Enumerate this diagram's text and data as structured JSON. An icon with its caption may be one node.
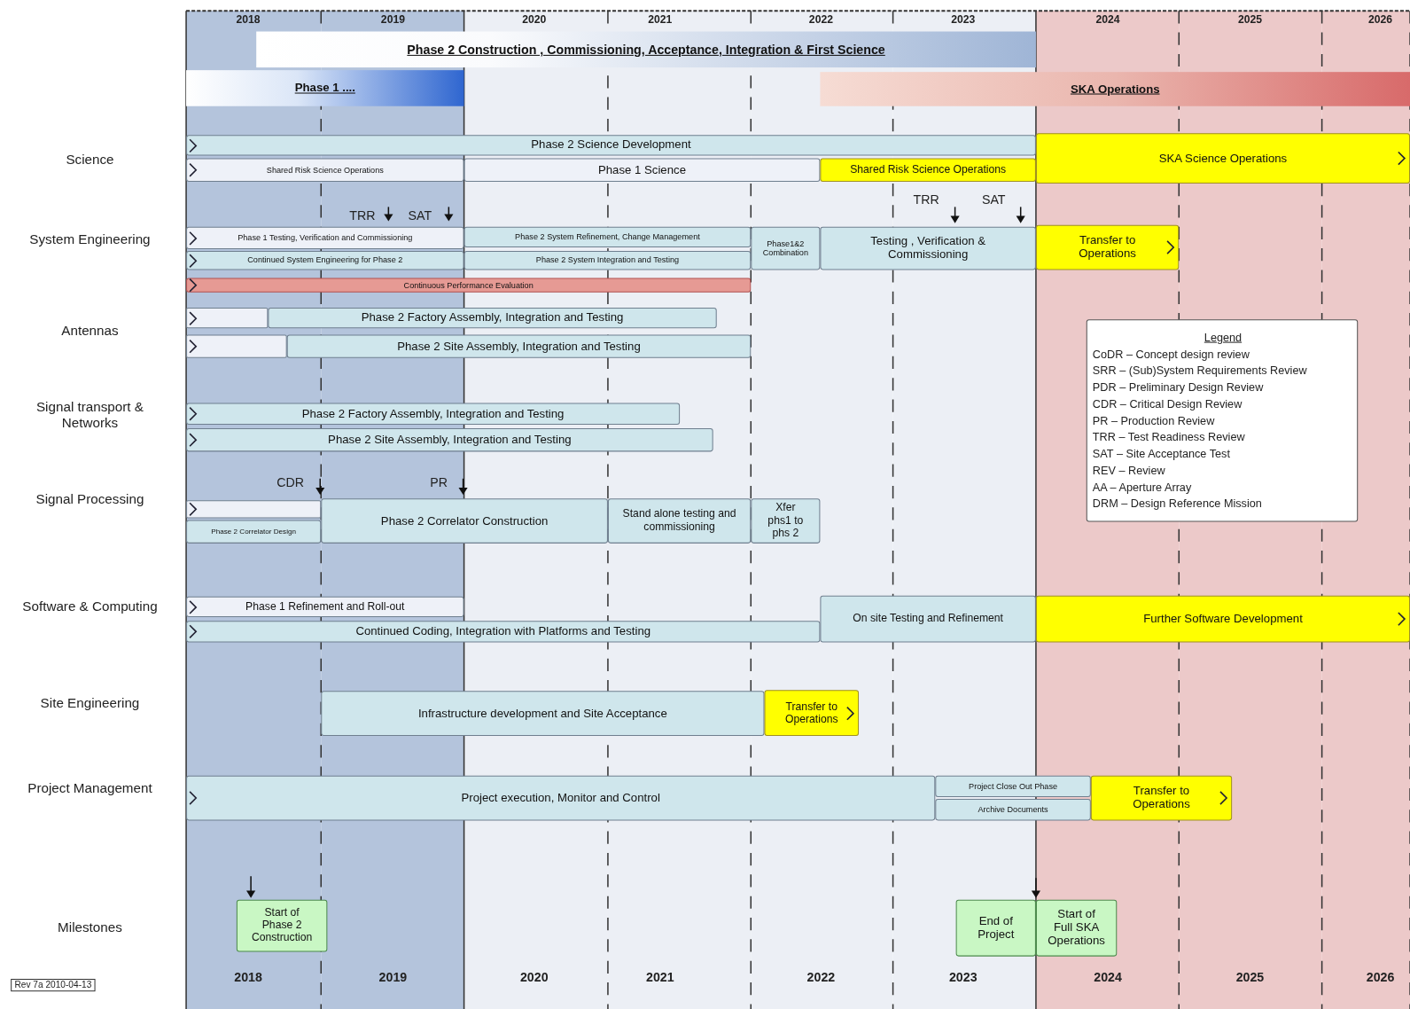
{
  "diagram": {
    "nodes": [
      {
        "text": [
          "Phase 2 Construction , Commissioning, Acceptance, Integration & First Science"
        ]
      },
      {
        "text": [
          "Phase 1 ...."
        ]
      },
      {
        "text": [
          "SKA Operations"
        ]
      },
      {
        "text": [
          "Phase 2 Science Development"
        ]
      },
      {
        "text": [
          "Shared Risk Science Operations"
        ]
      },
      {
        "text": [
          "Phase 1 Science"
        ]
      },
      {
        "text": [
          "Shared Risk Science Operations"
        ]
      },
      {
        "text": [
          "SKA Science Operations"
        ]
      },
      {
        "text": [
          "Phase 1 Testing, Verification and Commissioning"
        ]
      },
      {
        "text": [
          "Phase 2 System Refinement, Change Management"
        ]
      },
      {
        "text": [
          "Phase1&2 Combination"
        ]
      },
      {
        "text": [
          "Testing , Verification & Commissioning"
        ]
      },
      {
        "text": [
          "Transfer to Operations"
        ]
      },
      {
        "text": [
          "Continued System Engineering for Phase 2"
        ]
      },
      {
        "text": [
          "Phase 2 System Integration and Testing"
        ]
      },
      {
        "text": [
          "Continuous Performance Evaluation"
        ]
      },
      {
        "text": [],
        "shape": "box"
      },
      {
        "text": [
          "Phase 2 Factory Assembly, Integration and Testing"
        ]
      },
      {
        "text": [],
        "shape": "box"
      },
      {
        "text": [
          "Phase 2 Site Assembly, Integration and Testing"
        ]
      },
      {
        "text": [
          "Phase 2 Factory Assembly, Integration and Testing"
        ]
      },
      {
        "text": [
          "Phase 2 Site Assembly, Integration and Testing"
        ]
      },
      {
        "text": [],
        "shape": "box"
      },
      {
        "text": [
          "Phase 2 Correlator Design"
        ]
      },
      {
        "text": [
          "Phase 2 Correlator Construction"
        ]
      },
      {
        "text": [
          "Stand alone testing and commissioning"
        ]
      },
      {
        "text": [
          "Xfer phs1 to phs 2"
        ]
      },
      {
        "text": [
          "Phase 1 Refinement and Roll-out"
        ]
      },
      {
        "text": [
          "Continued Coding, Integration with Platforms and Testing"
        ]
      },
      {
        "text": [
          "On site Testing and Refinement"
        ]
      },
      {
        "text": [
          "Further Software Development"
        ]
      },
      {
        "text": [
          "Infrastructure development  and Site Acceptance"
        ]
      },
      {
        "text": [
          "Transfer to Operations"
        ]
      },
      {
        "text": [
          "Project execution, Monitor and Control"
        ]
      },
      {
        "text": [
          "Project Close Out Phase"
        ]
      },
      {
        "text": [
          "Archive Documents"
        ]
      },
      {
        "text": [
          "Transfer to Operations"
        ]
      },
      {
        "text": [
          "Start of Phase 2 Construction"
        ]
      },
      {
        "text": [
          "End of Project"
        ]
      },
      {
        "text": [
          "Start of Full SKA Operations"
        ]
      }
    ],
    "edges": [],
    "labels": [
      "2018",
      "2019",
      "2020",
      "2021",
      "2022",
      "2023",
      "2024",
      "2025",
      "2026",
      "Science",
      "System Engineering",
      "Antennas",
      "Signal transport & Networks",
      "Signal Processing",
      "Software & Computing",
      "Site Engineering",
      "Project Management",
      "Milestones",
      "TRR",
      "SAT",
      "TRR",
      "SAT",
      "CDR",
      "PR",
      "Legend",
      "CoDR – Concept design review",
      "SRR – (Sub)System Requirements Review",
      "PDR – Preliminary Design Review",
      "CDR – Critical Design Review",
      "PR – Production Review",
      "TRR – Test Readiness Review",
      "SAT – Site Acceptance Test",
      "REV – Review",
      "AA – Aperture Array",
      "DRM – Design Reference Mission",
      "2018",
      "2019",
      "2020",
      "2021",
      "2022",
      "2023",
      "2024",
      "2025",
      "2026",
      "Rev 7a 2010-04-13"
    ]
  }
}
